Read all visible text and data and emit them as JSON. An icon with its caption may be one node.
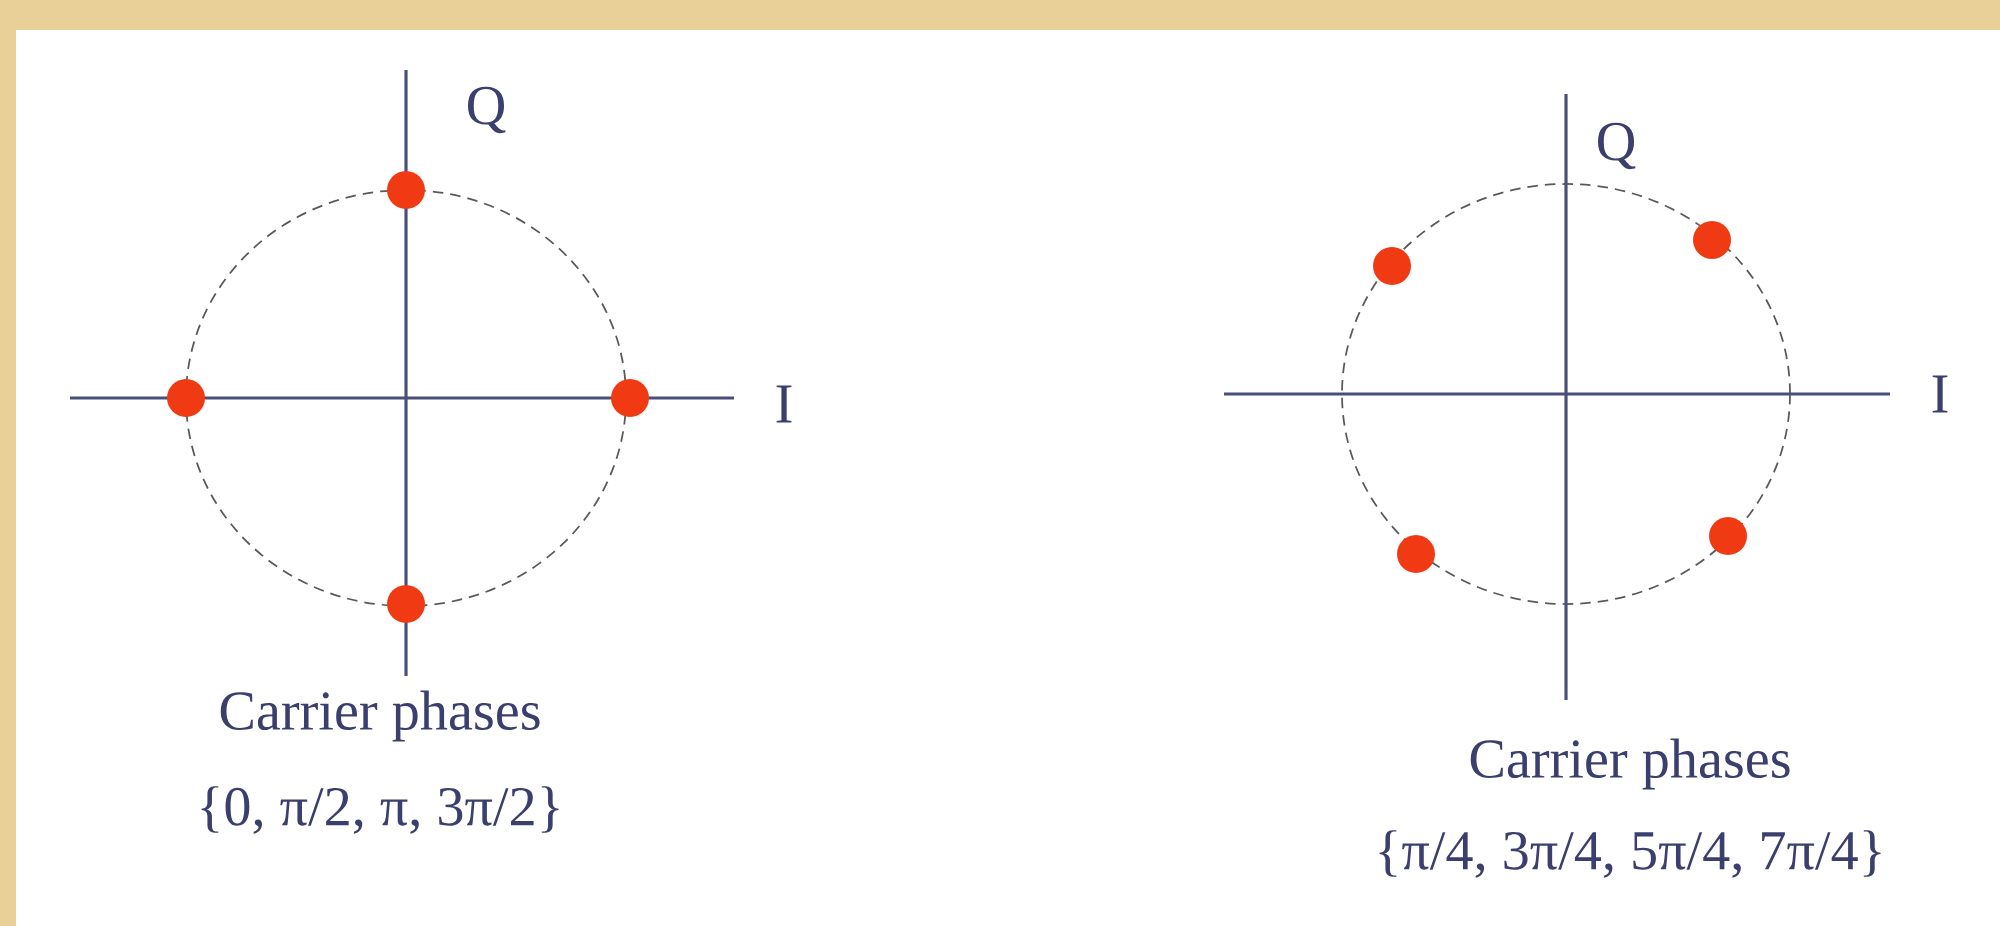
{
  "diagram": {
    "labels": [
      "Q",
      "I",
      "Carrier phases",
      "{0, π/2, π, 3π/2}",
      "Q",
      "I",
      "Carrier phases",
      "{π/4, 3π/4, 5π/4, 7π/4}"
    ]
  }
}
